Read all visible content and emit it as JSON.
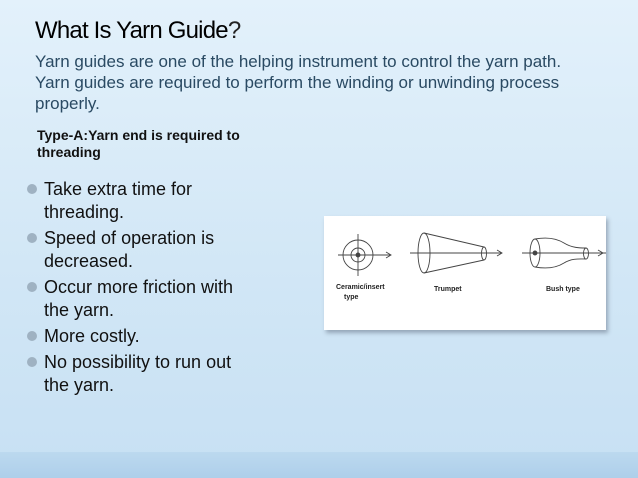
{
  "slide": {
    "title_main": "What Is Yarn Guide",
    "title_suffix": "?",
    "intro": "Yarn guides are one of the helping instrument to control the yarn path. Yarn guides are required to perform the winding or unwinding process properly.",
    "subhead_line1": "Type-A:Yarn end is required to",
    "subhead_line2": "threading",
    "bullets": [
      {
        "line1": "Take extra time for",
        "line2": "threading."
      },
      {
        "line1": "Speed of operation is",
        "line2": "decreased."
      },
      {
        "line1": "Occur more friction with",
        "line2": "the yarn."
      },
      {
        "line1": "More costly.",
        "line2": ""
      },
      {
        "line1": "No possibility to run out",
        "line2": "the yarn."
      }
    ]
  },
  "figure": {
    "labels": {
      "ceramic_line1": "Ceramic/insert",
      "ceramic_line2": "type",
      "trumpet": "Trumpet",
      "bush": "Bush type"
    }
  },
  "colors": {
    "background": "#d6eaf7",
    "intro_text": "#2a4a63",
    "bullet_dot": "#9fb2c2"
  }
}
